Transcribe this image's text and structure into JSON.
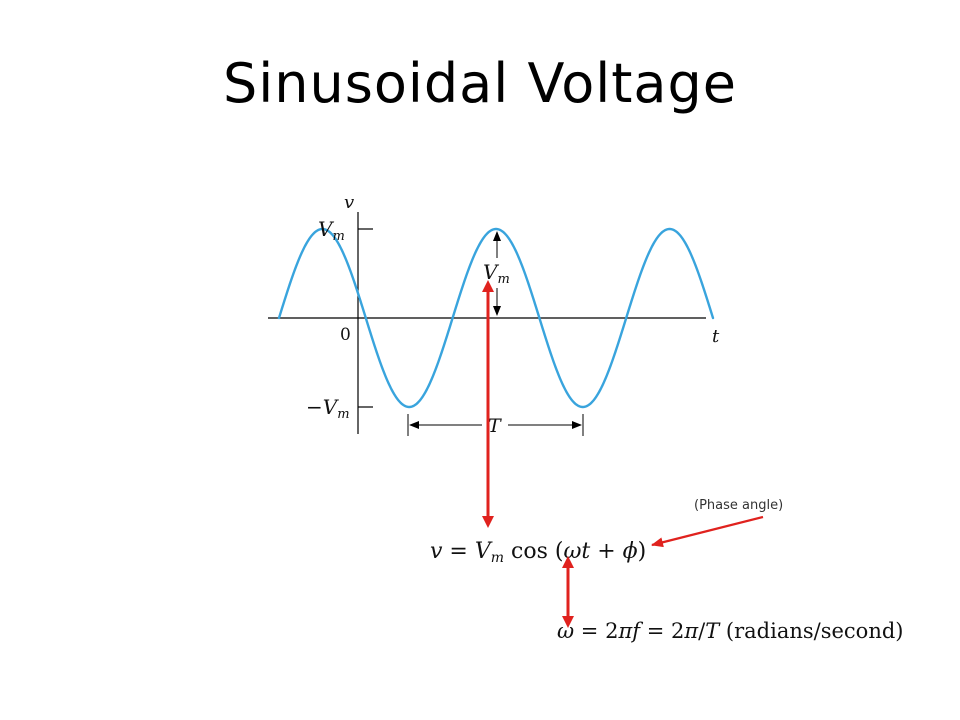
{
  "slide": {
    "title": "Sinusoidal Voltage"
  },
  "graph": {
    "v_axis_label": "v",
    "t_axis_label": "t",
    "origin_label": "0",
    "vm_label": "Vm",
    "neg_vm_label": "−Vm",
    "amplitude_label": "Vm",
    "period_label": "T",
    "cycles_shown": 2.5
  },
  "equations": {
    "voltage": "v = Vm cos (ωt + ϕ)",
    "omega": "ω = 2πf = 2π/T (radians/second)"
  },
  "annotations": {
    "phase_angle": "(Phase angle)"
  },
  "colors": {
    "waveform": "#39a4dd",
    "arrow": "#e0221e",
    "axis": "#000000"
  }
}
